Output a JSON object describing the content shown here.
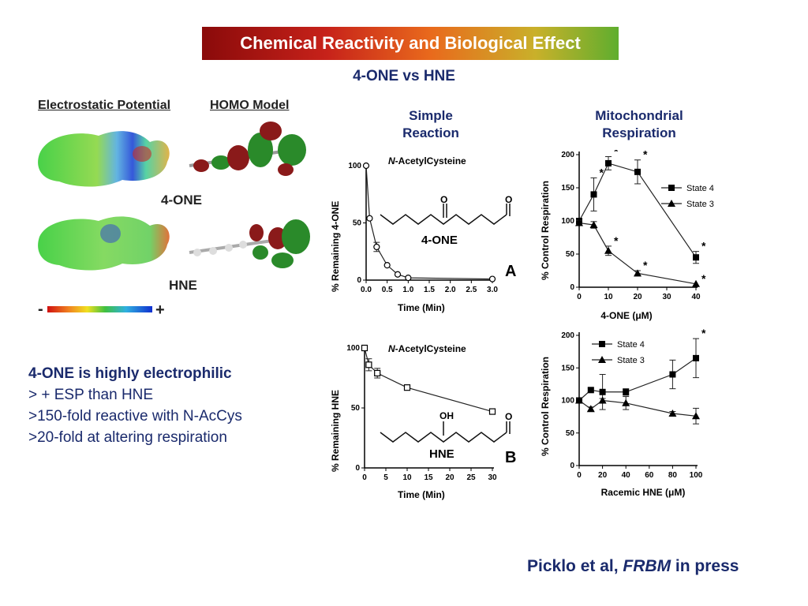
{
  "slide": {
    "title": "Chemical Reactivity and Biological Effect",
    "subtitle": "4-ONE vs HNE"
  },
  "molecules": {
    "esp_label": "Electrostatic Potential",
    "homo_label": "HOMO Model",
    "one_label": "4-ONE",
    "hne_label": "HNE",
    "scale_minus": "-",
    "scale_plus": "+"
  },
  "columns": {
    "simple_line1": "Simple",
    "simple_line2": "Reaction",
    "mito_line1": "Mitochondrial",
    "mito_line2": "Respiration"
  },
  "key_points": {
    "heading": "4-ONE is highly electrophilic",
    "lines": [
      "> + ESP than HNE",
      ">150-fold reactive  with N-AcCys",
      ">20-fold at altering respiration"
    ]
  },
  "citation": {
    "authors": "Picklo et al,",
    "journal": "FRBM",
    "status": "in press"
  },
  "colors": {
    "navy": "#1a2a6c",
    "state4": "#000000",
    "state3": "#000000"
  },
  "chart_data": [
    {
      "id": "A",
      "type": "line",
      "title_italic": "N",
      "title_rest": "-AcetylCysteine",
      "xlabel": "Time (Min)",
      "ylabel": "%  Remaining  4-ONE",
      "panel_label": "A",
      "structure_label": "4-ONE",
      "xlim": [
        0,
        3
      ],
      "ylim": [
        0,
        100
      ],
      "xticks": [
        "0.0",
        "0.5",
        "1.0",
        "1.5",
        "2.0",
        "2.5",
        "3.0"
      ],
      "yticks": [
        "0",
        "50",
        "100"
      ],
      "series": [
        {
          "x": [
            0,
            0.083,
            0.25,
            0.5,
            0.75,
            1.0,
            3.0
          ],
          "y": [
            100,
            54,
            29,
            13,
            5,
            2,
            1
          ],
          "err": [
            0,
            0,
            4,
            0,
            0,
            0,
            0
          ]
        }
      ]
    },
    {
      "id": "B",
      "type": "line",
      "title_italic": "N",
      "title_rest": "-AcetylCysteine",
      "xlabel": "Time (Min)",
      "ylabel": "% Remaining  HNE",
      "panel_label": "B",
      "structure_label": "HNE",
      "xlim": [
        0,
        30
      ],
      "ylim": [
        0,
        100
      ],
      "xticks": [
        "0",
        "5",
        "10",
        "15",
        "20",
        "25",
        "30"
      ],
      "yticks": [
        "0",
        "50",
        "100"
      ],
      "series": [
        {
          "x": [
            0,
            1,
            3,
            10,
            30
          ],
          "y": [
            100,
            86,
            79,
            67,
            47
          ],
          "err": [
            0,
            5,
            4,
            0,
            0
          ]
        }
      ]
    },
    {
      "id": "C",
      "type": "line",
      "xlabel": "4-ONE (μM)",
      "ylabel": "% Control Respiration",
      "xlim": [
        0,
        40
      ],
      "ylim": [
        0,
        200
      ],
      "xticks": [
        "0",
        "10",
        "20",
        "30",
        "40"
      ],
      "yticks": [
        "0",
        "50",
        "100",
        "150",
        "200"
      ],
      "series": [
        {
          "name": "State 4",
          "marker": "square",
          "x": [
            0,
            5,
            10,
            20,
            40
          ],
          "y": [
            100,
            140,
            187,
            174,
            45
          ],
          "err": [
            4,
            25,
            10,
            18,
            9
          ],
          "sig": [
            false,
            true,
            true,
            true,
            true
          ]
        },
        {
          "name": "State 3",
          "marker": "triangle",
          "x": [
            0,
            5,
            10,
            20,
            40
          ],
          "y": [
            97,
            94,
            55,
            21,
            5
          ],
          "err": [
            4,
            5,
            7,
            4,
            0
          ],
          "sig": [
            false,
            false,
            true,
            true,
            true
          ]
        }
      ],
      "legend": "right"
    },
    {
      "id": "D",
      "type": "line",
      "xlabel": "Racemic HNE (μM)",
      "ylabel": "% Control Respiration",
      "xlim": [
        0,
        100
      ],
      "ylim": [
        0,
        200
      ],
      "xticks": [
        "0",
        "20",
        "40",
        "60",
        "80",
        "100"
      ],
      "yticks": [
        "0",
        "50",
        "100",
        "150",
        "200"
      ],
      "series": [
        {
          "name": "State 4",
          "marker": "square",
          "x": [
            0,
            10,
            20,
            40,
            80,
            100
          ],
          "y": [
            100,
            116,
            113,
            113,
            140,
            165
          ],
          "err": [
            3,
            3,
            27,
            5,
            22,
            30
          ],
          "sig": [
            false,
            false,
            false,
            false,
            false,
            true
          ]
        },
        {
          "name": "State 3",
          "marker": "triangle",
          "x": [
            0,
            10,
            20,
            40,
            80,
            100
          ],
          "y": [
            100,
            87,
            100,
            96,
            80,
            76
          ],
          "err": [
            3,
            3,
            3,
            10,
            3,
            12
          ],
          "sig": [
            false,
            false,
            false,
            false,
            false,
            false
          ]
        }
      ],
      "legend": "top-left"
    }
  ]
}
